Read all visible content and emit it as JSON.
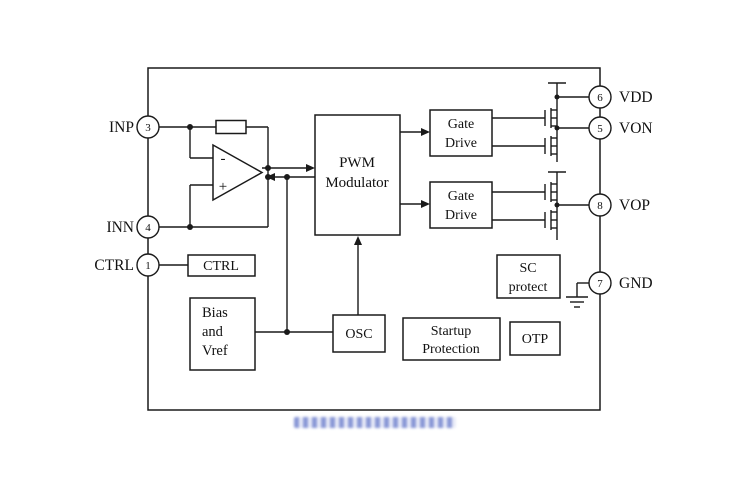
{
  "pins": {
    "left": [
      {
        "number": "3",
        "label": "INP"
      },
      {
        "number": "4",
        "label": "INN"
      },
      {
        "number": "1",
        "label": "CTRL"
      }
    ],
    "right": [
      {
        "number": "6",
        "label": "VDD"
      },
      {
        "number": "5",
        "label": "VON"
      },
      {
        "number": "8",
        "label": "VOP"
      },
      {
        "number": "7",
        "label": "GND"
      }
    ]
  },
  "blocks": {
    "ctrl": {
      "label": "CTRL"
    },
    "pwm_modulator": {
      "line1": "PWM",
      "line2": "Modulator"
    },
    "gate_drive_top": {
      "line1": "Gate",
      "line2": "Drive"
    },
    "gate_drive_bottom": {
      "line1": "Gate",
      "line2": "Drive"
    },
    "sc_protect": {
      "line1": "SC",
      "line2": "protect"
    },
    "bias_vref": {
      "line1": "Bias",
      "line2": "and",
      "line3": "Vref"
    },
    "osc": {
      "label": "OSC"
    },
    "startup_protection": {
      "line1": "Startup",
      "line2": "Protection"
    },
    "otp": {
      "label": "OTP"
    }
  },
  "opamp": {
    "inverting_input": "-",
    "noninverting_input": "+"
  },
  "colors": {
    "line": "#1a1a1a",
    "background": "#ffffff",
    "caption_blue": "#4a5fc0"
  }
}
